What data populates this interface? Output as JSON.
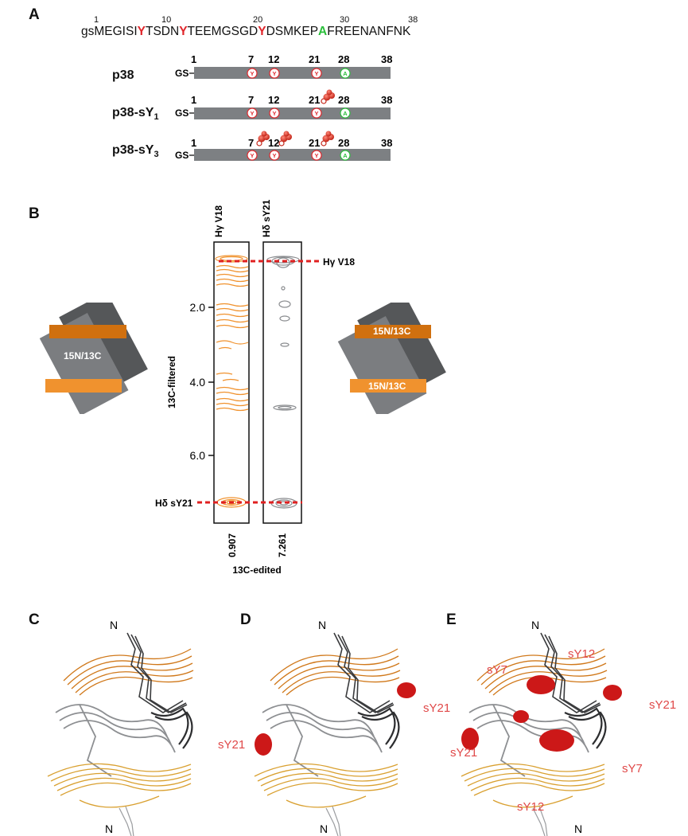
{
  "panels": {
    "a": "A",
    "b": "B",
    "c": "C",
    "d": "D",
    "e": "E"
  },
  "sequence": {
    "segments": [
      {
        "text": "gsMEGISI",
        "style": "plain"
      },
      {
        "text": "Y",
        "style": "red"
      },
      {
        "text": "TSDN",
        "style": "plain"
      },
      {
        "text": "Y",
        "style": "red"
      },
      {
        "text": "TEEMGSGD",
        "style": "plain"
      },
      {
        "text": "Y",
        "style": "red"
      },
      {
        "text": "DSMKEP",
        "style": "plain"
      },
      {
        "text": "A",
        "style": "green"
      },
      {
        "text": "FREENANFNK",
        "style": "plain"
      }
    ],
    "numbers": [
      "1",
      "10",
      "20",
      "30",
      "38"
    ]
  },
  "constructs": [
    {
      "name": "p38",
      "sub": "",
      "prefix": "GS",
      "phospho_sites": []
    },
    {
      "name": "p38-sY",
      "sub": "1",
      "prefix": "GS",
      "phospho_sites": [
        "21"
      ]
    },
    {
      "name": "p38-sY",
      "sub": "3",
      "prefix": "GS",
      "phospho_sites": [
        "7",
        "12",
        "21"
      ]
    }
  ],
  "bar_numbers": [
    "1",
    "7",
    "12",
    "21",
    "28",
    "38"
  ],
  "circle_letters": {
    "tyr": "Y",
    "ala": "A"
  },
  "nmr": {
    "strip1_header": "Hγ V18",
    "strip2_header": "Hδ sY21",
    "right_label": "Hγ V18",
    "left_label": "Hδ sY21",
    "y_ticks": [
      "2.0",
      "4.0",
      "6.0"
    ],
    "y_axis_label": "13C-filtered",
    "x_tick1": "0.907",
    "x_tick2": "7.261",
    "x_axis_label": "13C-edited"
  },
  "schematic": {
    "left_label": "15N/13C",
    "right_label_top": "15N/13C",
    "right_label_bottom": "15N/13C"
  },
  "structures": {
    "c": {
      "n_top": "N",
      "n_bottom": "N"
    },
    "d": {
      "n_top": "N",
      "n_bottom": "N",
      "labels": [
        "sY21",
        "sY21"
      ]
    },
    "e": {
      "n_top": "N",
      "n_bottom": "N",
      "labels": [
        "sY7",
        "sY12",
        "sY21",
        "sY21",
        "sY7",
        "sY12"
      ]
    }
  },
  "colors": {
    "tyr_red": "#e0262b",
    "ala_green": "#2bbf3b",
    "orange": "#f0922e",
    "dark_orange": "#d0700f",
    "gray_bar": "#7d8083",
    "dashed_red": "#e02020"
  }
}
